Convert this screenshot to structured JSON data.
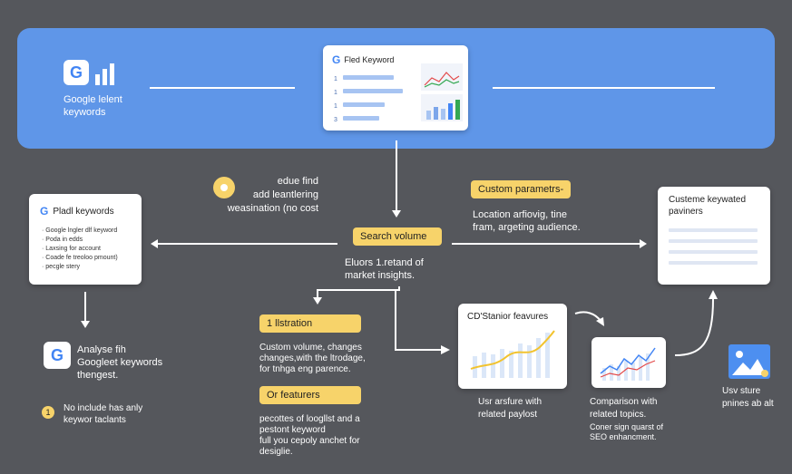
{
  "banner": {
    "brand_text": "Google lelent\nkeywords",
    "card_title": "Fled Keyword",
    "card_numbers": [
      "1",
      "1",
      "1",
      "3"
    ]
  },
  "left_card": {
    "title": "Pladl keywords",
    "items": [
      "Google lngler dlf keyword",
      "Poda in edds",
      "Laxsing for account",
      "Coade fe treoloo pmount)",
      "pecgle stery"
    ]
  },
  "audience": {
    "text": "edue find\nadd leantlering\nweasination (no cost"
  },
  "custom_params": {
    "label": "Custom parametrs-",
    "text": "Location arfiovig, tine\nfram, argeting audience."
  },
  "search_volume": {
    "label": "Search volume",
    "text": "Eluors 1.retand of\nmarket insights."
  },
  "right_card": {
    "title": "Custeme keywated\npaviners"
  },
  "analyse": {
    "text": "Analyse fih\nGoogleet keywords\nthengest."
  },
  "note": {
    "badge": "1",
    "text": "No include has anly\nkeywor taclants"
  },
  "illustration": {
    "label": "1 llstration",
    "text": "Custom volume, changes\nchanges,with the ltrodage,\nfor tnhga eng parence."
  },
  "features": {
    "label": "Or featurers",
    "text": "pecottes of loogllst and a\npestont keyword\nfull you cepoly anchet for\ndesiglie."
  },
  "cd_card": {
    "title": "CD'Stanior feavures",
    "caption": "Usr arsfure with\nrelated paylost"
  },
  "comparison": {
    "caption": "Comparison with\nrelated topics.",
    "sub": "Coner sign quarst of\nSEO enhancment."
  },
  "usv": {
    "text": "Usv sture\npnines ab alt"
  },
  "colors": {
    "background": "#55575c",
    "banner": "#5f96e8",
    "pill": "#f7d36a",
    "card": "#ffffff"
  },
  "icons": [
    "google-logo-icon",
    "bar-chart-icon",
    "user-icon",
    "image-icon",
    "line-chart-icon"
  ]
}
